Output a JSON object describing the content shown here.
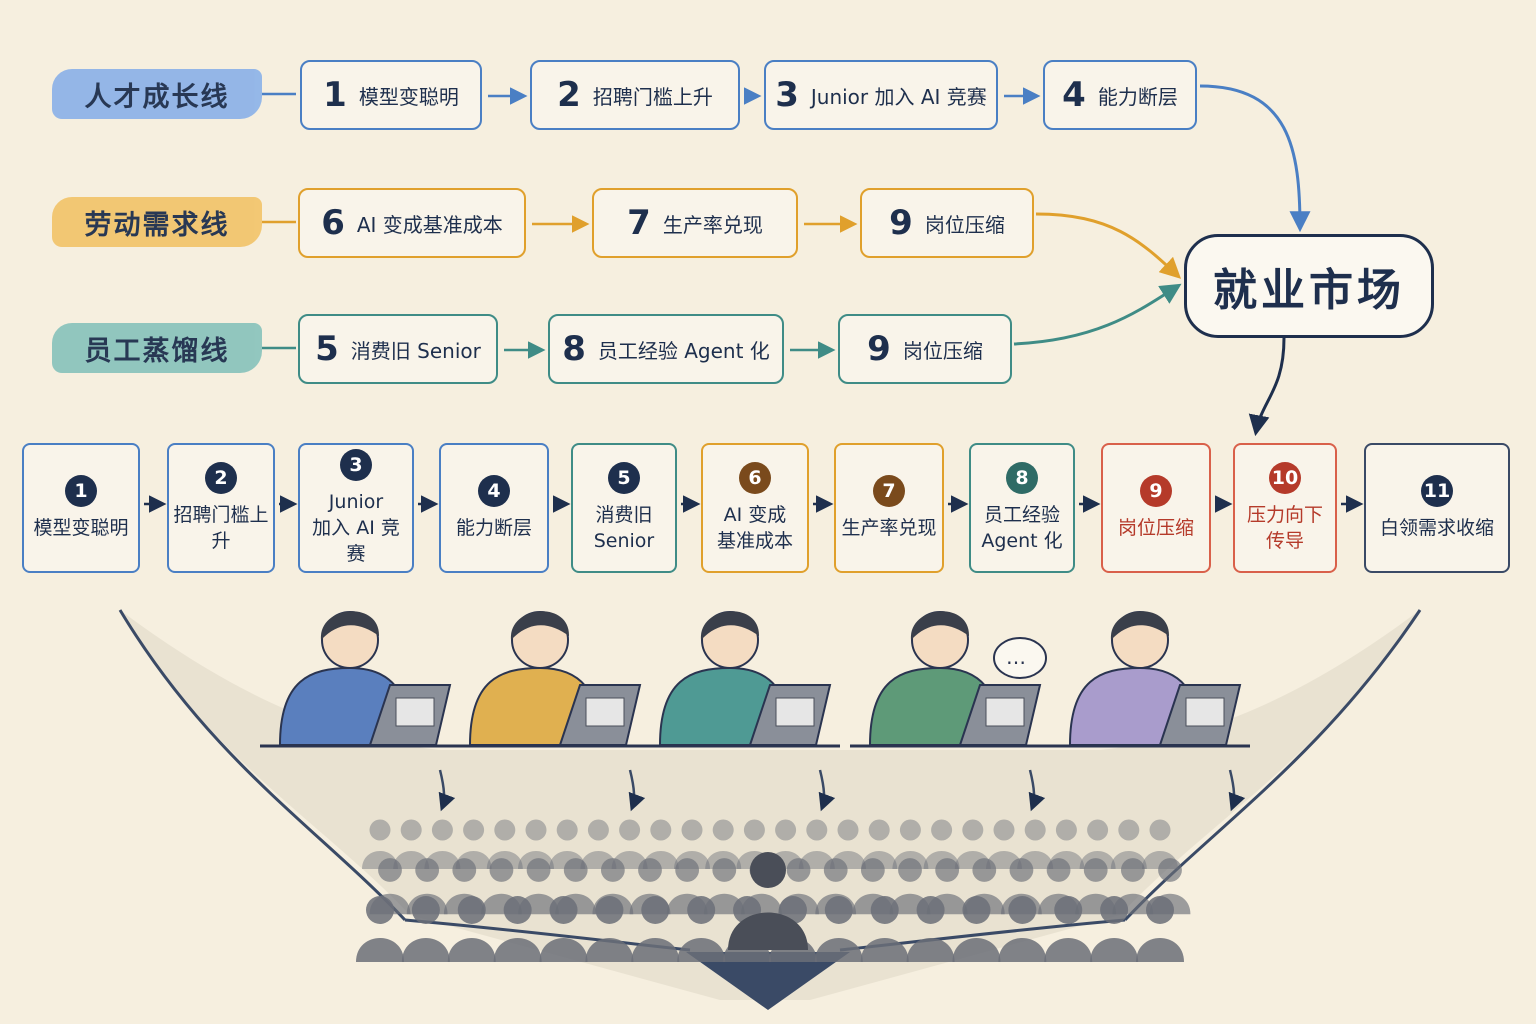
{
  "lanes": [
    {
      "label": "人才成长线",
      "color": "#4a7fc4",
      "bg": "#8fb4e8"
    },
    {
      "label": "劳动需求线",
      "color": "#e0a02c",
      "bg": "#f2c56e"
    },
    {
      "label": "员工蒸馏线",
      "color": "#3f8c86",
      "bg": "#8cc4bd"
    }
  ],
  "lane_nodes": [
    [
      {
        "num": "1",
        "label": "模型变聪明"
      },
      {
        "num": "2",
        "label": "招聘门槛上升"
      },
      {
        "num": "3",
        "label": "Junior 加入 AI 竞赛"
      },
      {
        "num": "4",
        "label": "能力断层"
      }
    ],
    [
      {
        "num": "6",
        "label": "AI 变成基准成本"
      },
      {
        "num": "7",
        "label": "生产率兑现"
      },
      {
        "num": "9",
        "label": "岗位压缩"
      }
    ],
    [
      {
        "num": "5",
        "label": "消费旧 Senior"
      },
      {
        "num": "8",
        "label": "员工经验 Agent 化"
      },
      {
        "num": "9",
        "label": "岗位压缩"
      }
    ]
  ],
  "hub": {
    "label": "就业市场"
  },
  "sequence": [
    {
      "num": "1",
      "lines": [
        "模型变聪明"
      ],
      "color": "#4a7fc4",
      "badge": "#1e2f4d",
      "text_color": "#1e2f4d"
    },
    {
      "num": "2",
      "lines": [
        "招聘门槛上升"
      ],
      "color": "#4a7fc4",
      "badge": "#1e2f4d",
      "text_color": "#1e2f4d"
    },
    {
      "num": "3",
      "lines": [
        "Junior",
        "加入 AI 竞赛"
      ],
      "color": "#4a7fc4",
      "badge": "#1e2f4d",
      "text_color": "#1e2f4d"
    },
    {
      "num": "4",
      "lines": [
        "能力断层"
      ],
      "color": "#4a7fc4",
      "badge": "#1e2f4d",
      "text_color": "#1e2f4d"
    },
    {
      "num": "5",
      "lines": [
        "消费旧",
        "Senior"
      ],
      "color": "#3f8c86",
      "badge": "#1e2f4d",
      "text_color": "#1e2f4d"
    },
    {
      "num": "6",
      "lines": [
        "AI 变成",
        "基准成本"
      ],
      "color": "#e0a02c",
      "badge": "#7a4a1c",
      "text_color": "#1e2f4d"
    },
    {
      "num": "7",
      "lines": [
        "生产率兑现"
      ],
      "color": "#e0a02c",
      "badge": "#7a4a1c",
      "text_color": "#1e2f4d"
    },
    {
      "num": "8",
      "lines": [
        "员工经验",
        "Agent 化"
      ],
      "color": "#3f8c86",
      "badge": "#2f6b66",
      "text_color": "#1e2f4d"
    },
    {
      "num": "9",
      "lines": [
        "岗位压缩"
      ],
      "color": "#d9604a",
      "badge": "#b53a2a",
      "text_color": "#b53a2a"
    },
    {
      "num": "10",
      "lines": [
        "压力向下传导"
      ],
      "color": "#d9604a",
      "badge": "#b53a2a",
      "text_color": "#b53a2a"
    },
    {
      "num": "11",
      "lines": [
        "白领需求收缩"
      ],
      "color": "#3a4a66",
      "badge": "#1e2f4d",
      "text_color": "#1e2f4d"
    }
  ],
  "workers": [
    {
      "shirt": "#5a7fbe",
      "screen": "code-icon"
    },
    {
      "shirt": "#e0b050",
      "screen": "flowchart-icon"
    },
    {
      "shirt": "#4f9a94",
      "screen": "spreadsheet-icon"
    },
    {
      "shirt": "#5e9a78",
      "screen": "headset-icon"
    },
    {
      "shirt": "#a99ccc",
      "screen": "text-doc-icon"
    }
  ],
  "colors": {
    "ink": "#1e2f4d",
    "paper": "#f6efdf",
    "crowd": "#6b6e78"
  }
}
